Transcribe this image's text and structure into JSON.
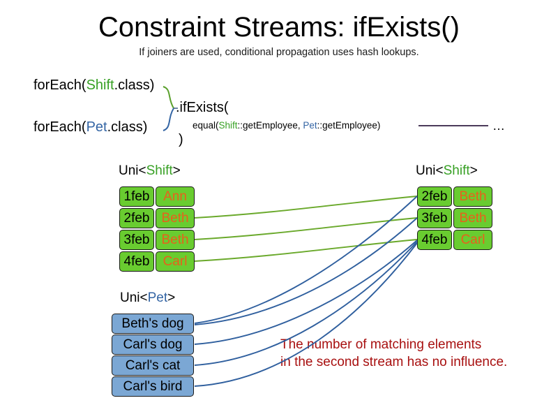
{
  "header": {
    "title": "Constraint Streams: ifExists()",
    "subtitle": "If joiners are used, conditional propagation uses hash lookups."
  },
  "code": {
    "foreach_shift": {
      "prefix": "forEach(",
      "type": "Shift",
      "suffix": ".class)"
    },
    "foreach_pet": {
      "prefix": "forEach(",
      "type": "Pet",
      "suffix": ".class)"
    },
    "ifexists_open": ".ifExists(",
    "equal": {
      "prefix": "equal(",
      "left_type": "Shift",
      "left_method": "::getEmployee, ",
      "right_type": "Pet",
      "right_method": "::getEmployee)"
    },
    "close_paren": ")",
    "trailing_ellipsis": "…"
  },
  "streams": {
    "left_shift": {
      "label_prefix": "Uni<",
      "label_type": "Shift",
      "label_suffix": ">",
      "rows": [
        {
          "date": "1feb",
          "name": "Ann"
        },
        {
          "date": "2feb",
          "name": "Beth"
        },
        {
          "date": "3feb",
          "name": "Beth"
        },
        {
          "date": "4feb",
          "name": "Carl"
        }
      ]
    },
    "right_shift": {
      "label_prefix": "Uni<",
      "label_type": "Shift",
      "label_suffix": ">",
      "rows": [
        {
          "date": "2feb",
          "name": "Beth"
        },
        {
          "date": "3feb",
          "name": "Beth"
        },
        {
          "date": "4feb",
          "name": "Carl"
        }
      ]
    },
    "left_pet": {
      "label_prefix": "Uni<",
      "label_type": "Pet",
      "label_suffix": ">",
      "rows": [
        {
          "name": "Beth's dog"
        },
        {
          "name": "Carl's dog"
        },
        {
          "name": "Carl's cat"
        },
        {
          "name": "Carl's bird"
        }
      ]
    }
  },
  "annotation": {
    "line1": "The number of matching elements",
    "line2": "in the second stream has no influence."
  },
  "colors": {
    "shift_green": "#37a024",
    "pet_blue": "#3465a4",
    "box_green_fill": "#69cc30",
    "box_blue_fill": "#7ba7d4",
    "name_orange": "#e8601c",
    "annotation_red": "#a81010",
    "wire_green": "#6aa92b",
    "wire_blue": "#2f5f9e",
    "rule_line": "#4b3a5a"
  }
}
